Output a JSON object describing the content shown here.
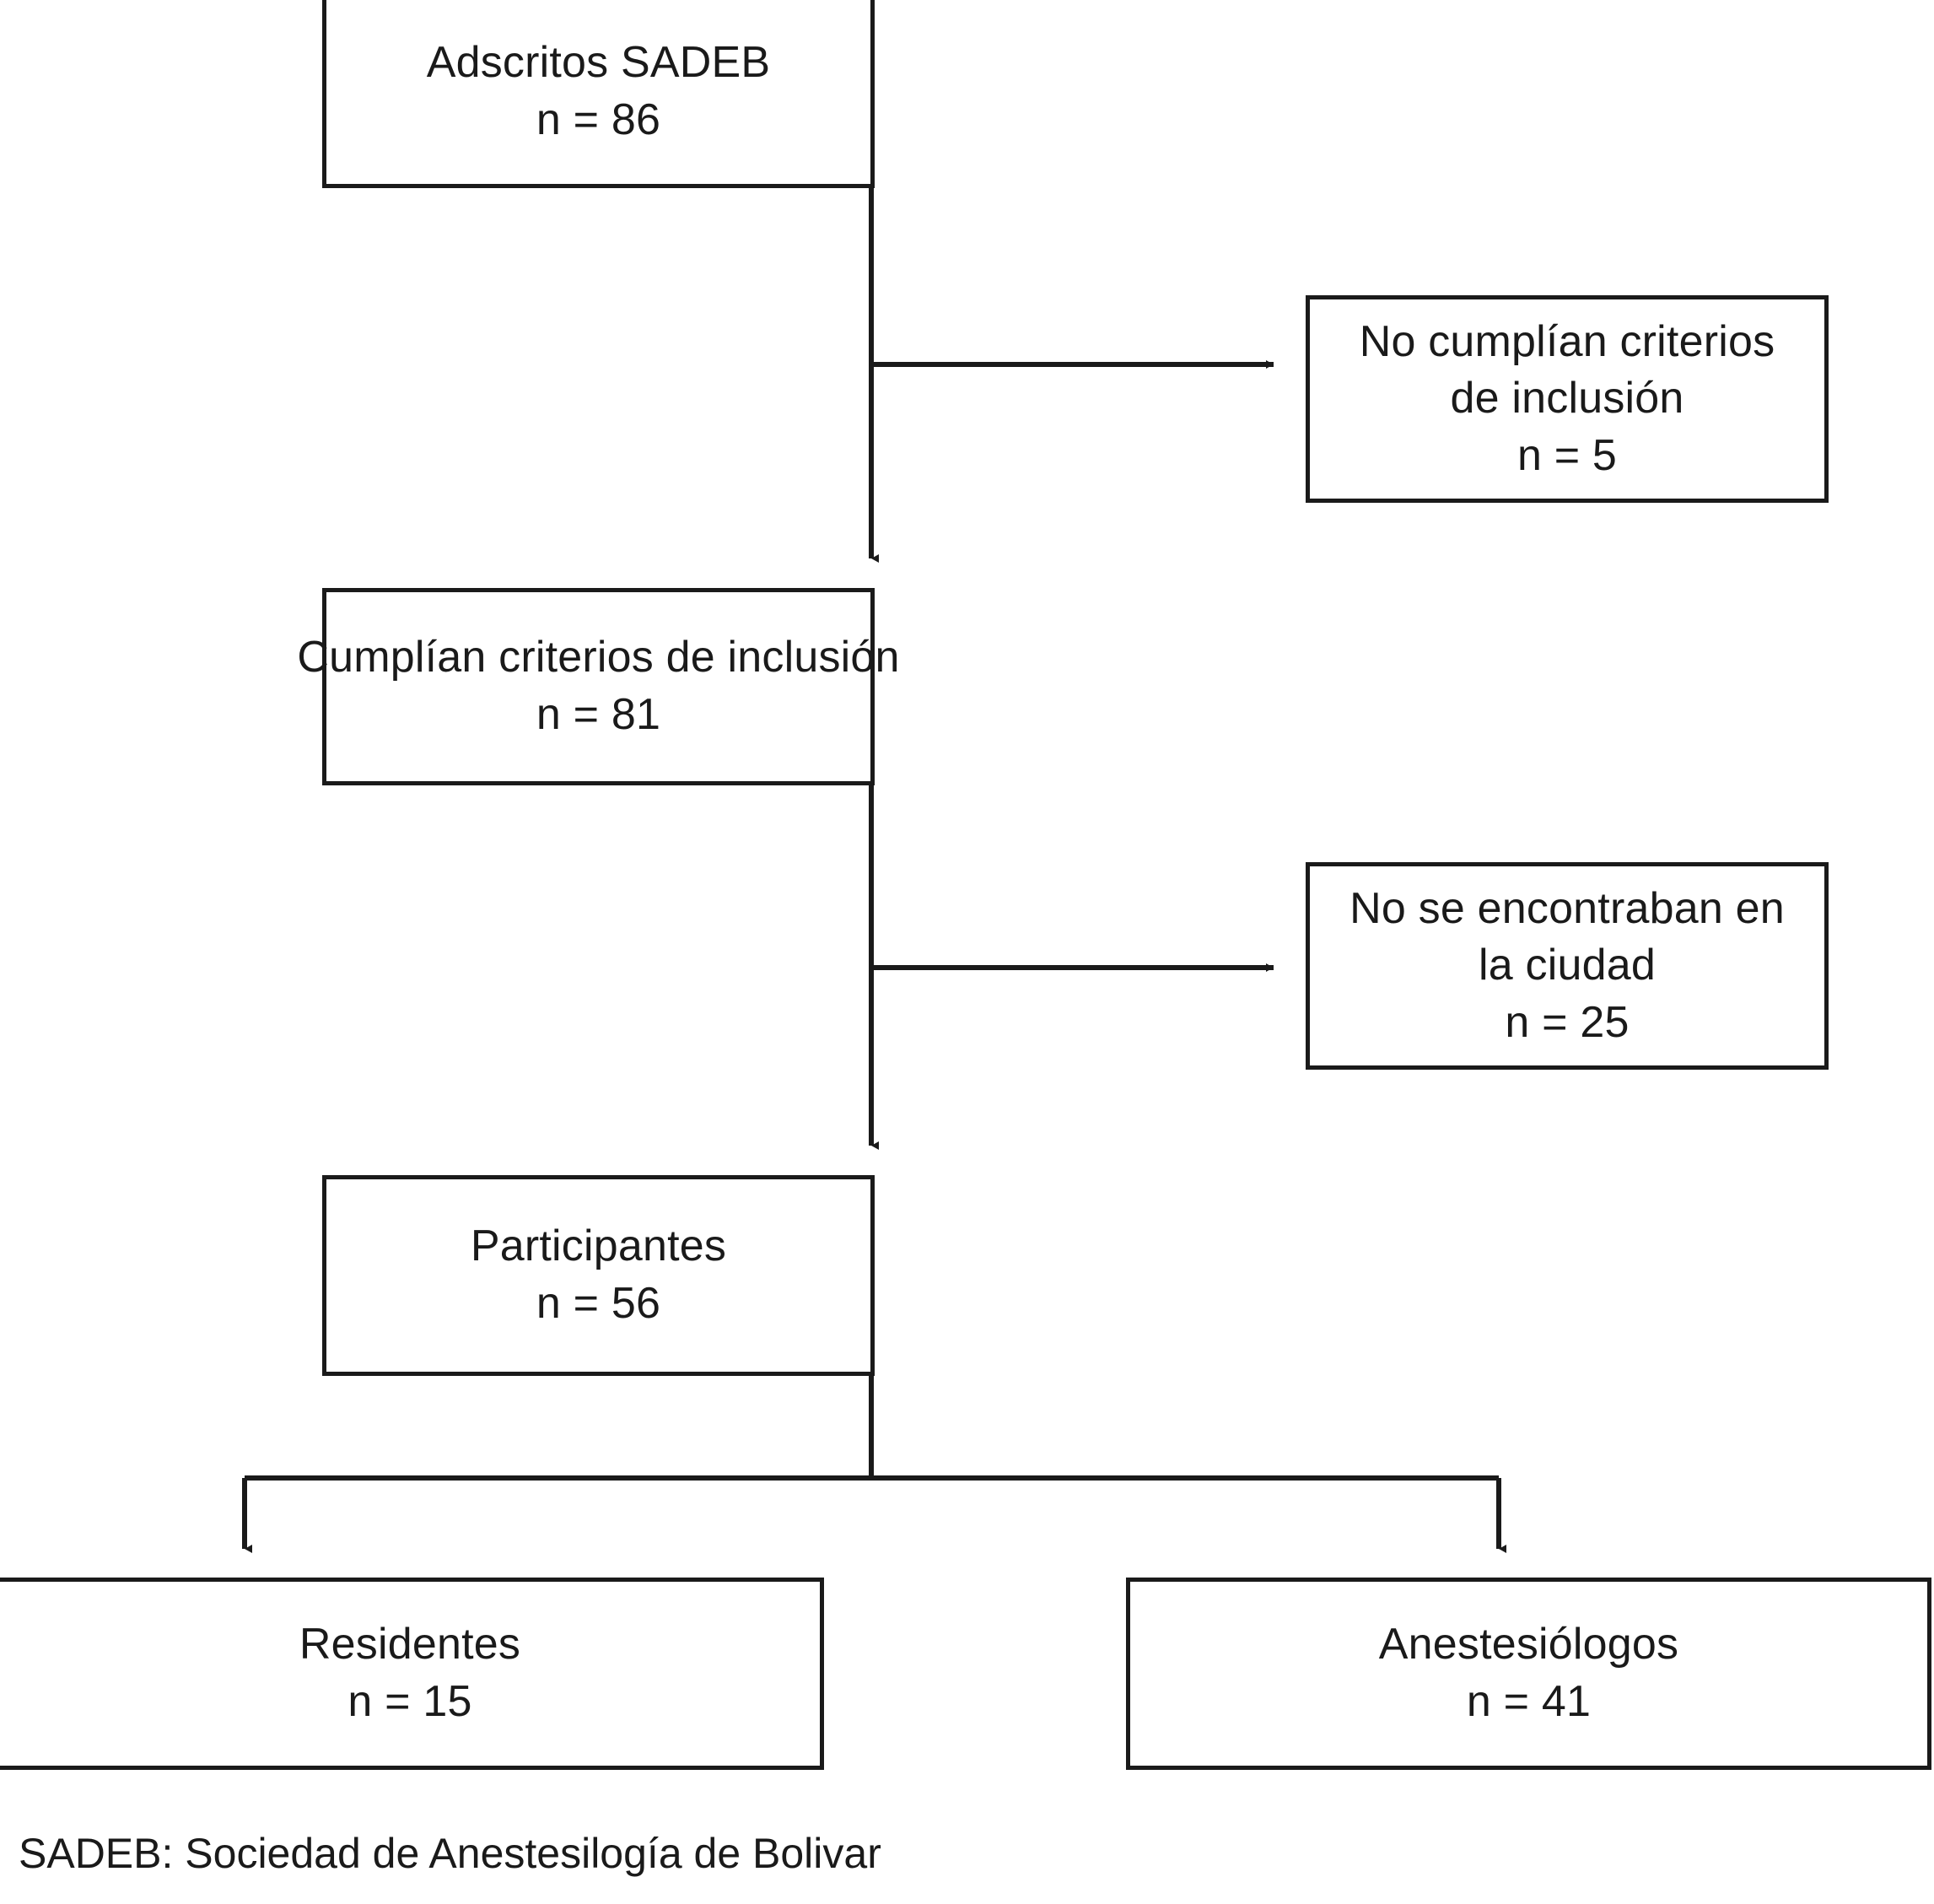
{
  "figure": {
    "type": "flowchart",
    "orientation": "top-to-bottom",
    "background_color": "#ffffff",
    "line_color": "#1a1a1a",
    "text_color": "#1a1a1a"
  },
  "nodes": {
    "adscritos": {
      "label": "Adscritos SADEB",
      "count_label": "n = 86",
      "n": 86
    },
    "cumplian": {
      "label": "Cumplían criterios de inclusión",
      "count_label": "n = 81",
      "n": 81
    },
    "participantes": {
      "label": "Participantes",
      "count_label": "n = 56",
      "n": 56
    },
    "excl_criterios": {
      "label_line1": "No cumplían criterios",
      "label_line2": "de inclusión",
      "count_label": "n = 5",
      "n": 5
    },
    "excl_ciudad": {
      "label_line1": "No se encontraban en",
      "label_line2": "la ciudad",
      "count_label": "n = 25",
      "n": 25
    },
    "residentes": {
      "label": "Residentes",
      "count_label": "n = 15",
      "n": 15
    },
    "anestesiologos": {
      "label": "Anestesiólogos",
      "count_label": "n = 41",
      "n": 41
    }
  },
  "footnote": {
    "text": "SADEB: Sociedad de Anestesilogía de Bolivar"
  }
}
